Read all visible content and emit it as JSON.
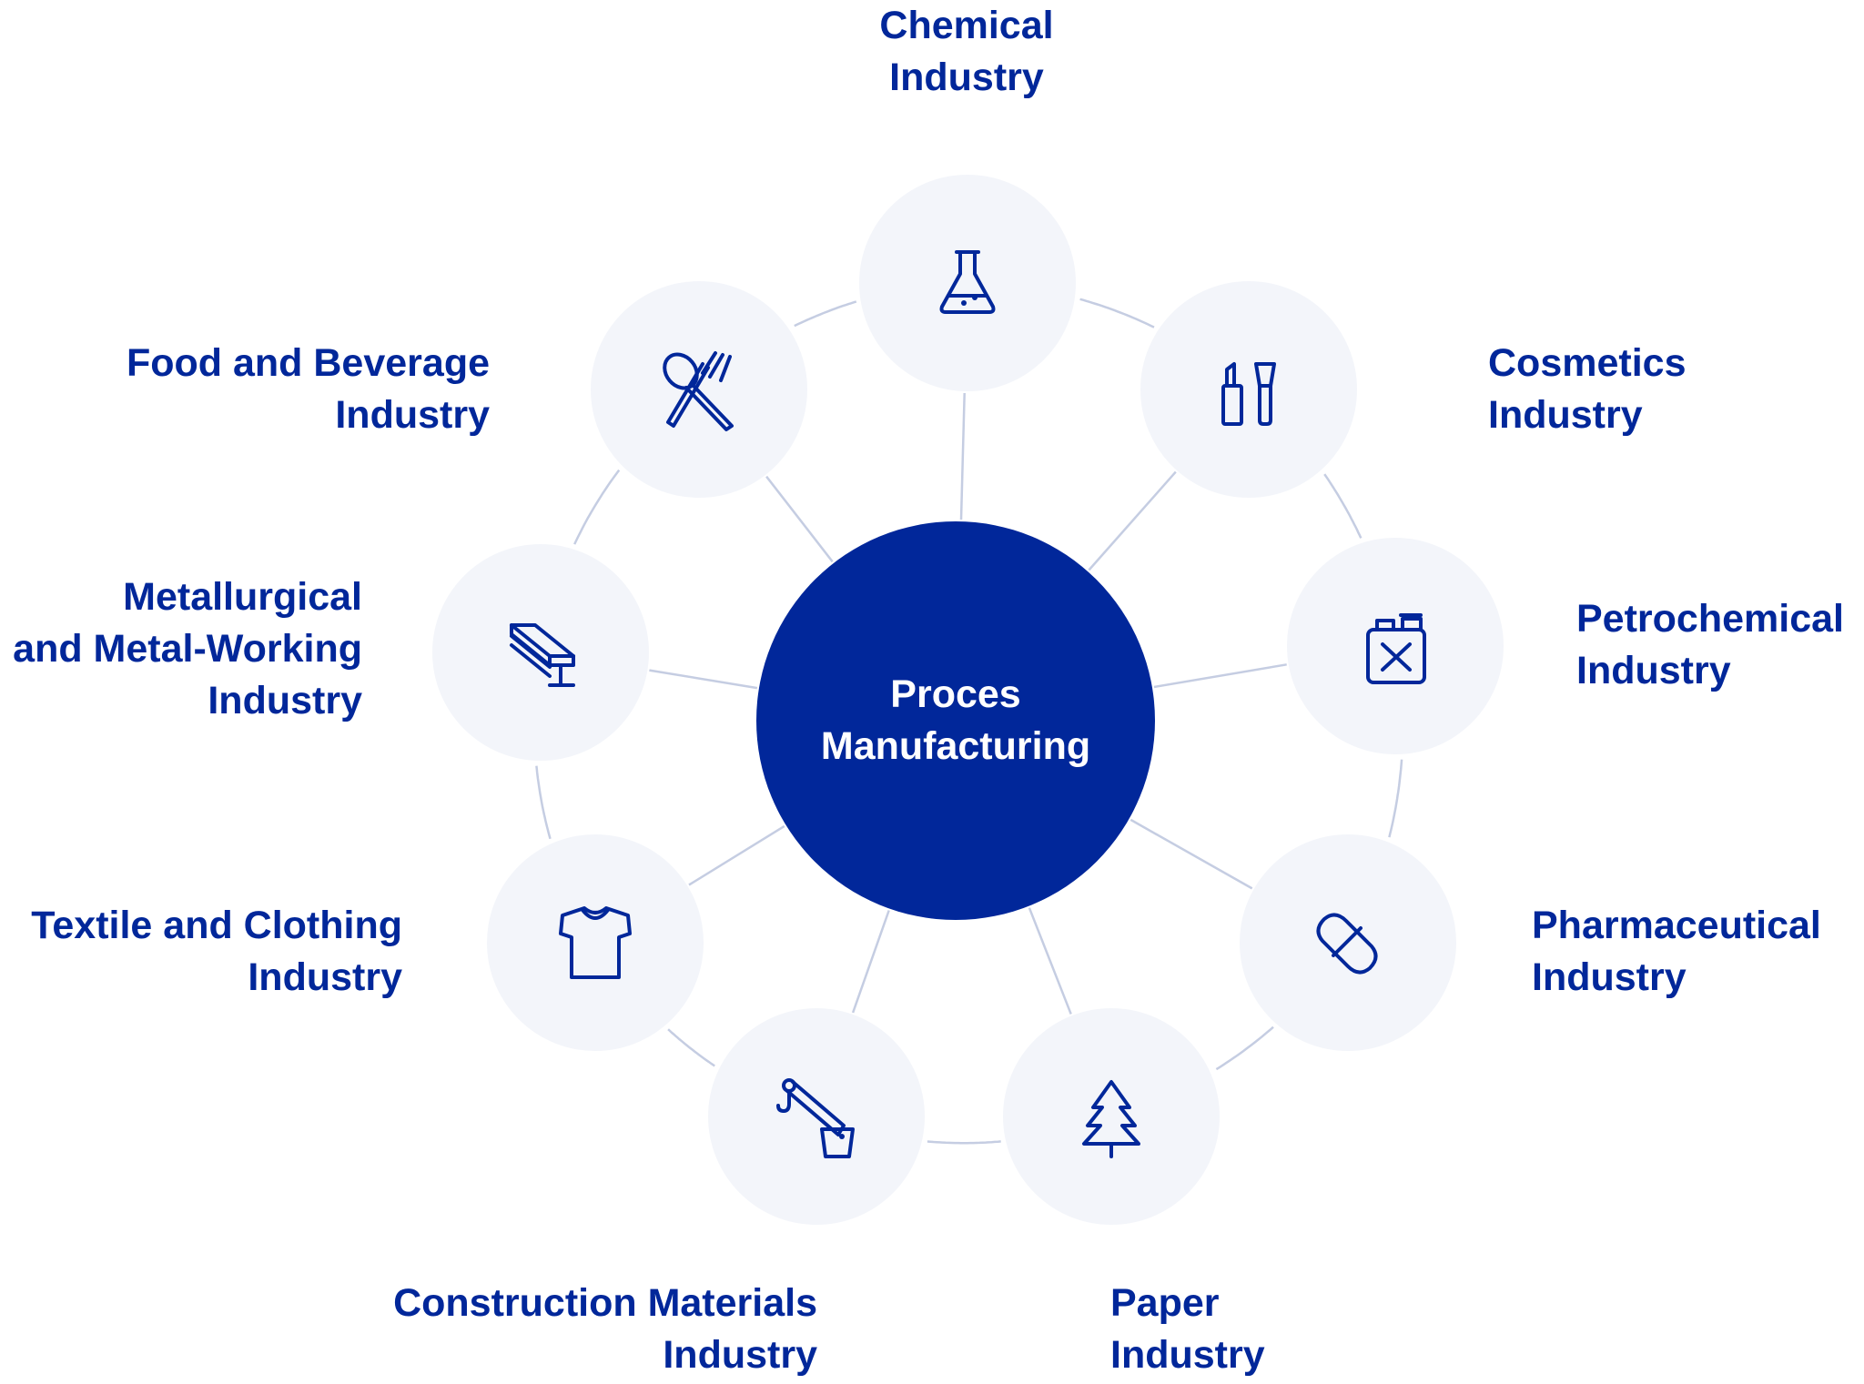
{
  "center": {
    "line1": "Proces",
    "line2": "Manufacturing"
  },
  "nodes": [
    {
      "id": "chemical",
      "lines": [
        "Chemical",
        "Industry"
      ],
      "icon": "flask-icon"
    },
    {
      "id": "cosmetics",
      "lines": [
        "Cosmetics",
        "Industry"
      ],
      "icon": "lipstick-brush-icon"
    },
    {
      "id": "petrochemical",
      "lines": [
        "Petrochemical",
        "Industry"
      ],
      "icon": "jerrycan-icon"
    },
    {
      "id": "pharmaceutical",
      "lines": [
        "Pharmaceutical",
        "Industry"
      ],
      "icon": "pill-capsule-icon"
    },
    {
      "id": "paper",
      "lines": [
        "Paper",
        "Industry"
      ],
      "icon": "tree-icon"
    },
    {
      "id": "construction",
      "lines": [
        "Construction Materials",
        "Industry"
      ],
      "icon": "crane-icon"
    },
    {
      "id": "textile",
      "lines": [
        "Textile and Clothing",
        "Industry"
      ],
      "icon": "tshirt-icon"
    },
    {
      "id": "metallurgical",
      "lines": [
        "Metallurgical",
        "and Metal-Working",
        "Industry"
      ],
      "icon": "steel-beam-icon"
    },
    {
      "id": "food",
      "lines": [
        "Food and Beverage",
        "Industry"
      ],
      "icon": "spoon-fork-icon"
    }
  ],
  "colors": {
    "primary": "#01279a",
    "node_fill": "#f3f5fa",
    "connector": "#c5cde2",
    "hub_text": "#ffffff"
  }
}
